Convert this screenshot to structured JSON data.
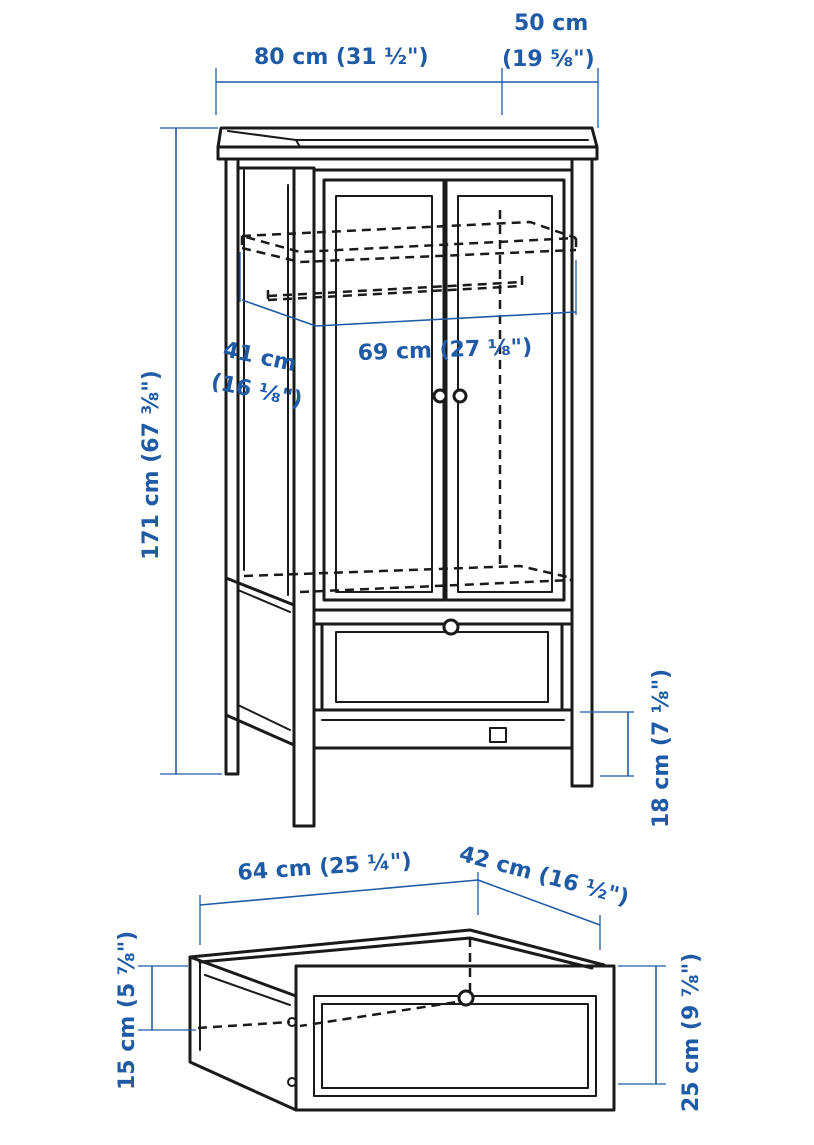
{
  "colors": {
    "dimension": "#1f5aa6",
    "line": "#1a1a1a",
    "background": "#ffffff"
  },
  "labels": {
    "top_width": "80 cm (31 ½\")",
    "top_depth_cm": "50 cm",
    "top_depth_in": "(19 ⅝\")",
    "inner_depth_cm": "41 cm",
    "inner_depth_in": "(16 ⅛\")",
    "inner_width": "69 cm (27 ⅛\")",
    "total_height": "171 cm (67 ⅜\")",
    "leg_height": "18 cm (7 ⅛\")",
    "drawer_width": "64 cm (25 ¼\")",
    "drawer_depth": "42 cm (16 ½\")",
    "drawer_inner_height": "15 cm (5 ⅞\")",
    "drawer_front_height": "25 cm (9 ⅞\")"
  }
}
